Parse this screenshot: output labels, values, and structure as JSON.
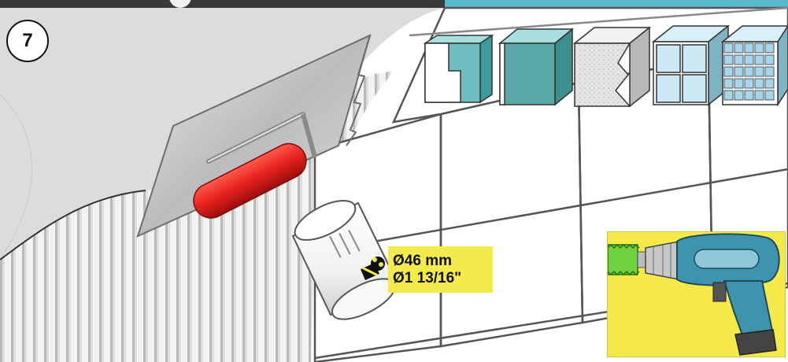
{
  "step": {
    "number": "7"
  },
  "hole_size": {
    "metric": "Ø46 mm",
    "imperial": "Ø1 13/16\""
  },
  "colors": {
    "tile_teal": "#6fbfc0",
    "handle_red": "#e82a26",
    "highlight_yellow": "#f4ea4a",
    "drill_blue": "#3e93ad",
    "bit_green": "#6fd23f",
    "header_cyan": "#57bac8"
  },
  "icons": [
    "trowel-icon",
    "tile-material-icon",
    "drill-icon",
    "hole-saw-icon",
    "spacer-tube-icon"
  ]
}
